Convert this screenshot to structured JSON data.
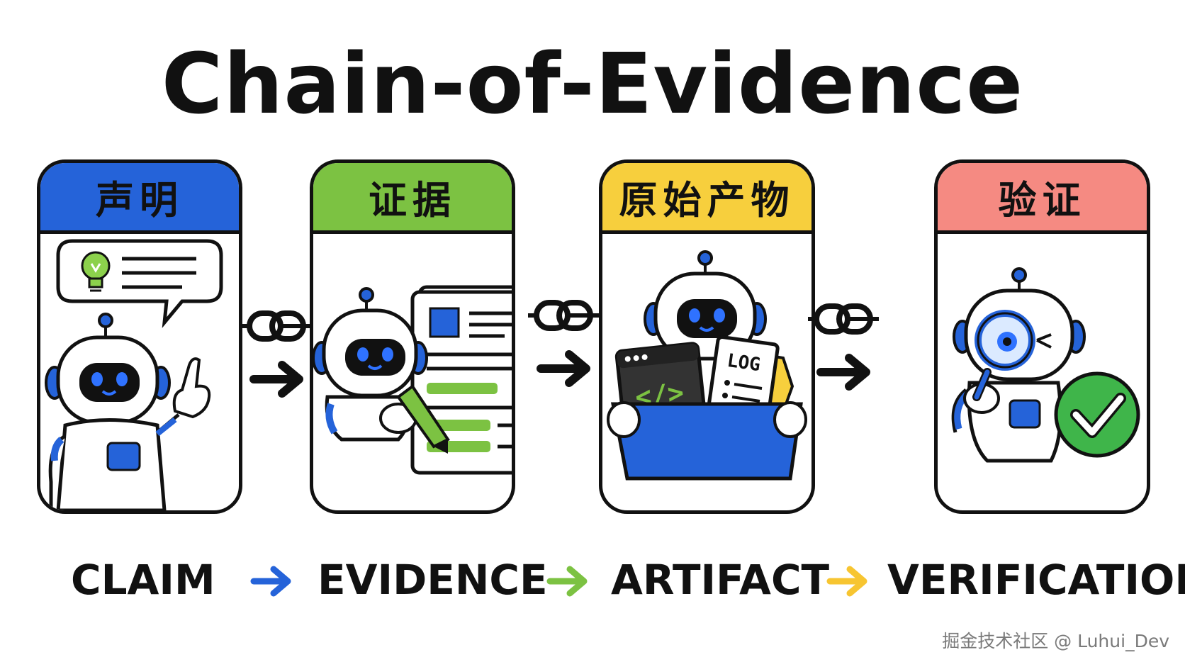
{
  "title": "Chain-of-Evidence",
  "cards": [
    {
      "header": "声明",
      "color": "#2563d9"
    },
    {
      "header": "证据",
      "color": "#7cc242"
    },
    {
      "header": "原始产物",
      "color": "#f7cf3d"
    },
    {
      "header": "验证",
      "color": "#f58a82"
    }
  ],
  "artifact_log_label": "LOG",
  "artifact_code_label": "</>",
  "flow": [
    {
      "label": "CLAIM"
    },
    {
      "label": "EVIDENCE"
    },
    {
      "label": "ARTIFACT"
    },
    {
      "label": "VERIFICATION"
    }
  ],
  "flow_arrow_colors": [
    "#2563d9",
    "#7cc242",
    "#f7c531"
  ],
  "icons": {
    "claim": [
      "robot-icon",
      "speech-bubble-icon",
      "lightbulb-icon",
      "pointing-hand-icon"
    ],
    "evidence": [
      "robot-icon",
      "document-icon",
      "pencil-icon"
    ],
    "artifact": [
      "robot-icon",
      "code-window-icon",
      "log-document-icon",
      "folder-icon",
      "box-icon"
    ],
    "verification": [
      "robot-icon",
      "magnifying-glass-icon",
      "check-circle-icon"
    ],
    "connectors": [
      "chain-link-icon",
      "right-arrow-icon"
    ]
  },
  "watermark": "掘金技术社区 @ Luhui_Dev"
}
